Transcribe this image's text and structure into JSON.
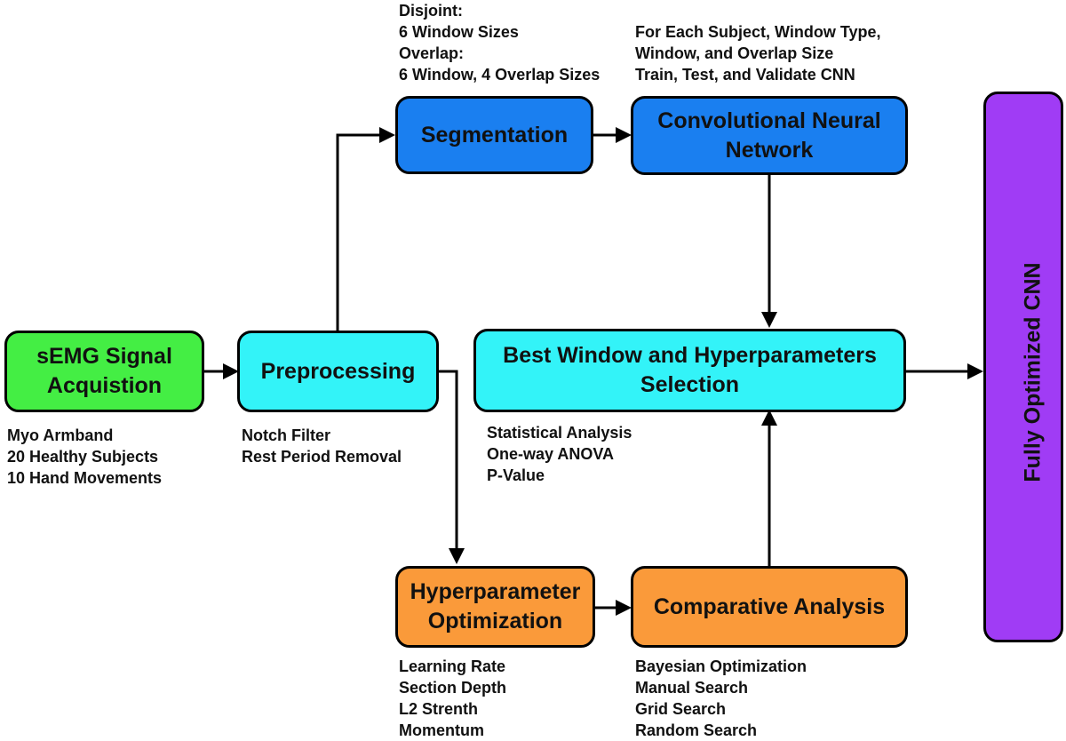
{
  "colors": {
    "acquisition": "#44ee44",
    "preprocessing": "#33f3f8",
    "segmentation": "#1a7ff0",
    "optimization": "#fa9a3a",
    "final": "#a03cf5"
  },
  "boxes": {
    "acquisition": "sEMG Signal\nAcquistion",
    "preprocessing": "Preprocessing",
    "segmentation": "Segmentation",
    "cnn": "Convolutional Neural\nNetwork",
    "selection": "Best Window and Hyperparameters\nSelection",
    "hyperopt": "Hyperparameter\nOptimization",
    "comparative": "Comparative Analysis",
    "final": "Fully Optimized CNN"
  },
  "captions": {
    "acquisition": "Myo Armband\n20 Healthy Subjects\n10 Hand Movements",
    "preprocessing": "Notch Filter\nRest Period Removal",
    "segmentation": "Disjoint:\n6 Window Sizes\nOverlap:\n6 Window, 4 Overlap Sizes",
    "cnn": "For Each Subject, Window Type,\nWindow, and Overlap Size\nTrain, Test, and Validate CNN",
    "selection": "Statistical Analysis\nOne-way ANOVA\nP-Value",
    "hyperopt": "Learning Rate\nSection Depth\nL2 Strenth\nMomentum",
    "comparative": "Bayesian Optimization\nManual Search\nGrid Search\nRandom Search"
  }
}
